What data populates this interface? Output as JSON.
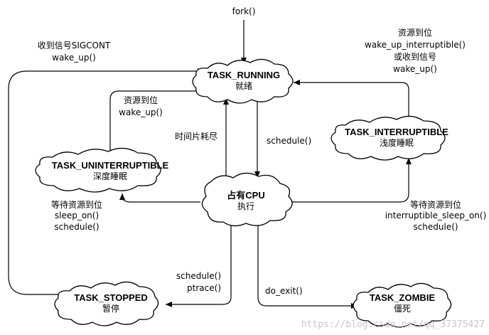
{
  "states": {
    "running": {
      "name": "TASK_RUNNING",
      "sub": "就绪"
    },
    "interruptible": {
      "name": "TASK_INTERRUPTIBLE",
      "sub": "浅度睡眠"
    },
    "uninterruptible": {
      "name": "TASK_UNINTERRUPTIBLE",
      "sub": "深度睡眠"
    },
    "cpu": {
      "name": "占有CPU",
      "sub": "执行"
    },
    "stopped": {
      "name": "TASK_STOPPED",
      "sub": "暂停"
    },
    "zombie": {
      "name": "TASK_ZOMBIE",
      "sub": "僵死"
    }
  },
  "labels": {
    "fork": "fork()",
    "sigcont": [
      "收到信号SIGCONT",
      "wake_up()"
    ],
    "resource_intr": [
      "资源到位",
      "wake_up_interruptible()",
      "或收到信号",
      "wake_up()"
    ],
    "resource_unintr": [
      "资源到位",
      "wake_up()"
    ],
    "timeslice": "时间片耗尽",
    "schedule": "schedule()",
    "wait_unintr": [
      "等待资源到位",
      "sleep_on()",
      "schedule()"
    ],
    "wait_intr": [
      "等待资源到位",
      "interruptible_sleep_on()",
      "schedule()"
    ],
    "stop": [
      "schedule()",
      "ptrace()"
    ],
    "exit": "do_exit()"
  },
  "watermark": "https://blog.csdn.net/qq_37375427"
}
